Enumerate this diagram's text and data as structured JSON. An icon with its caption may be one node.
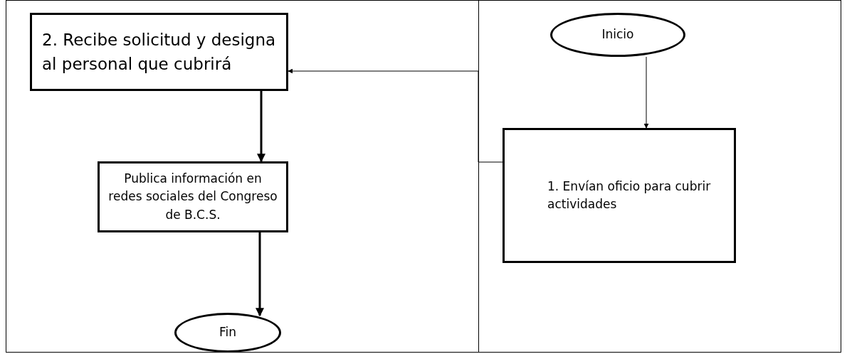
{
  "diagram": {
    "nodes": [
      {
        "text": [
          "2. Recibe solicitud y designa al personal que cubrirá"
        ]
      },
      {
        "text": [
          "Publica información en redes sociales del Congreso de B.C.S."
        ]
      },
      {
        "text": [
          "Fin"
        ]
      },
      {
        "text": [
          "Inicio"
        ]
      },
      {
        "text": [
          "1. Envían oficio para cubrir actividades"
        ]
      }
    ],
    "edges": [
      {
        "from": 3,
        "to": 4,
        "arrow": "to"
      },
      {
        "from": 4,
        "to": 0,
        "arrow": "to"
      },
      {
        "from": 0,
        "to": 1,
        "arrow": "to",
        "style": "thick"
      },
      {
        "from": 1,
        "to": 2,
        "arrow": "to",
        "style": "thick"
      }
    ]
  }
}
